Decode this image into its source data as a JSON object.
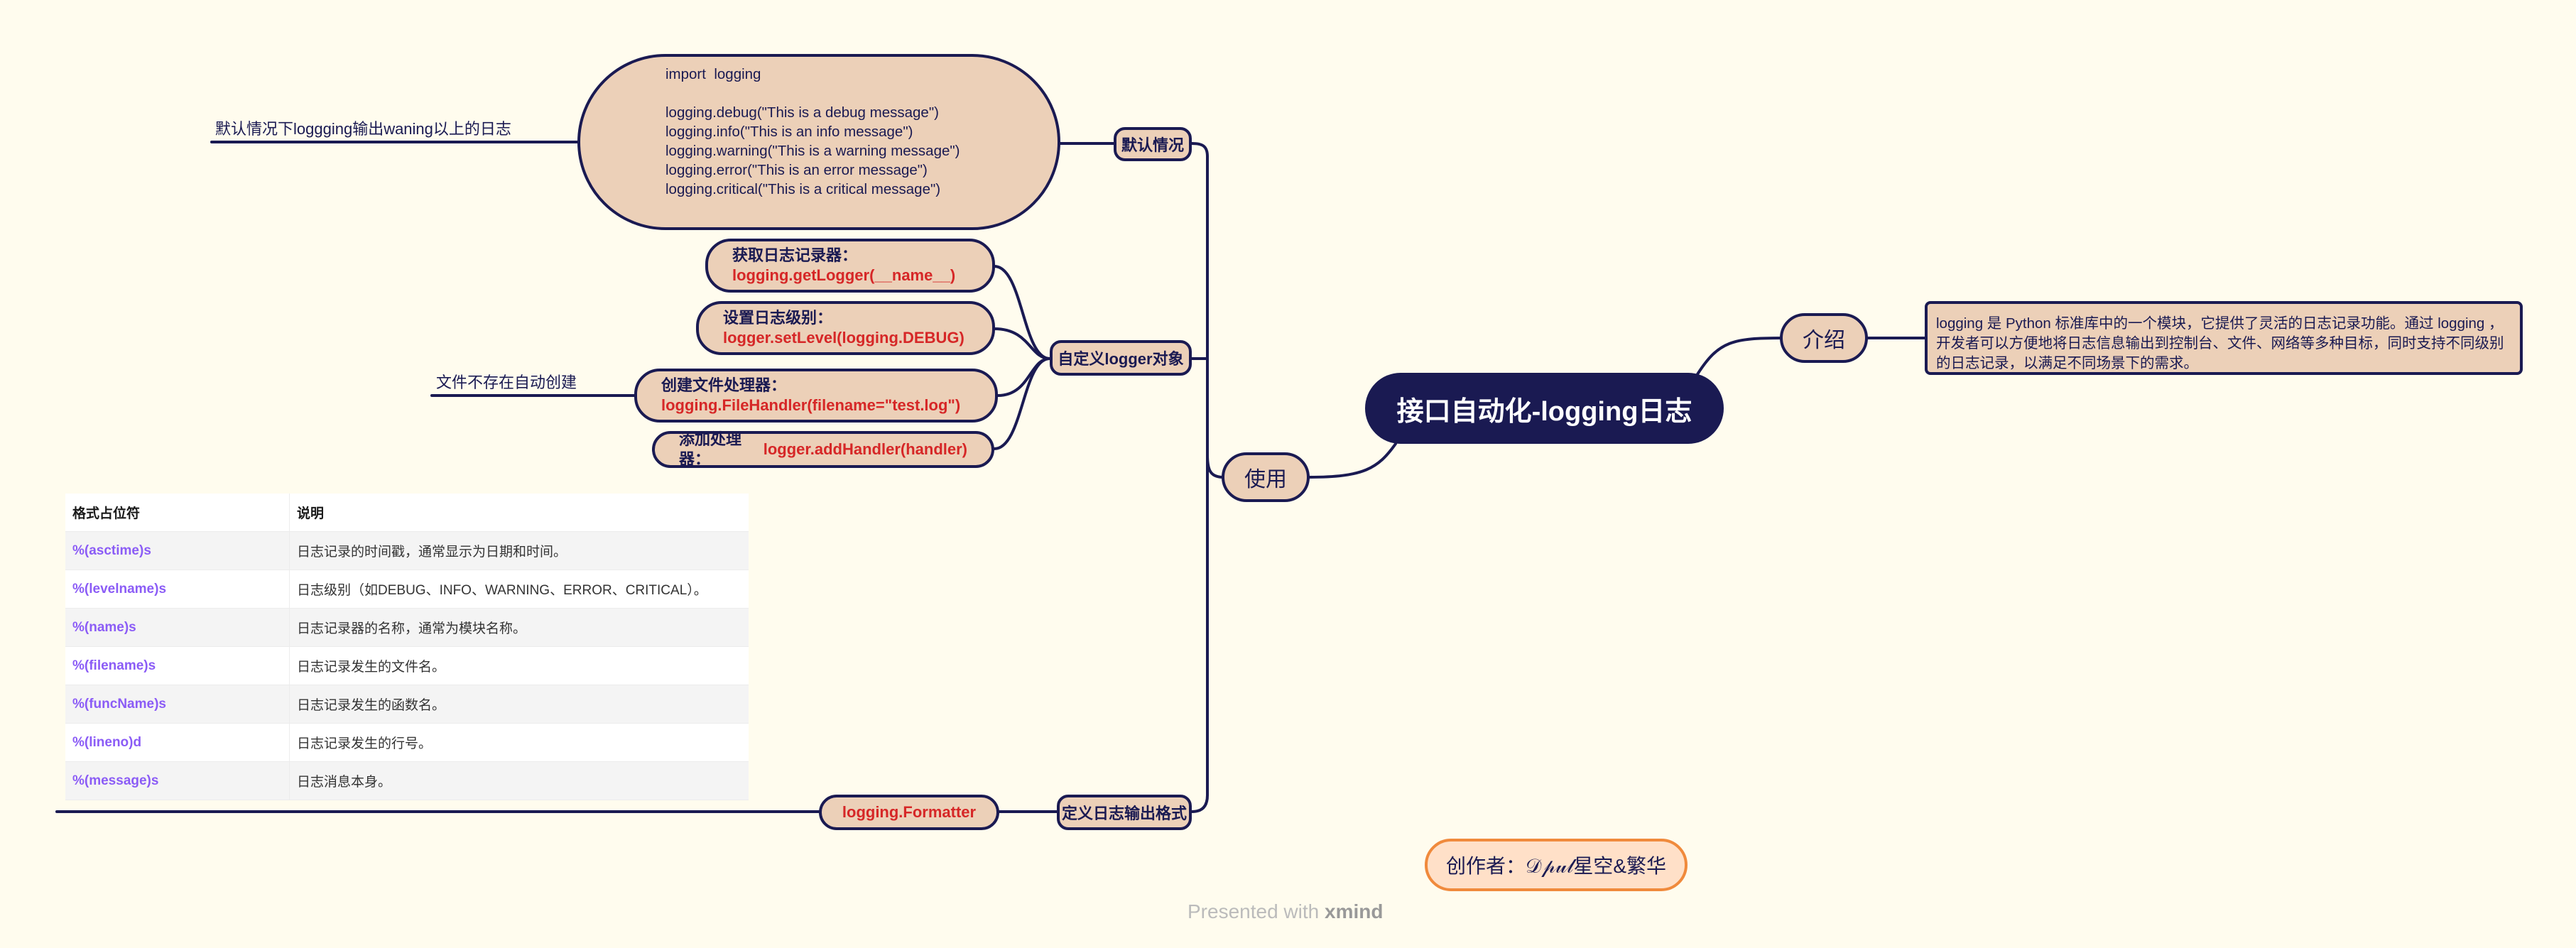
{
  "root": {
    "title": "接口自动化-logging日志"
  },
  "branches": {
    "intro": {
      "label": "介绍",
      "text": "logging 是 Python 标准库中的一个模块，它提供了灵活的日志记录功能。通过 logging ，开发者可以方便地将日志信息输出到控制台、文件、网络等多种目标，同时支持不同级别的日志记录，以满足不同场景下的需求。"
    },
    "usage": {
      "label": "使用"
    }
  },
  "default_case": {
    "label": "默认情况",
    "code_lines": [
      "import  logging",
      "",
      "logging.debug(\"This is a debug message\")",
      "logging.info(\"This is an info message\")",
      "logging.warning(\"This is a warning message\")",
      "logging.error(\"This is an error message\")",
      "logging.critical(\"This is a critical message\")"
    ],
    "note": "默认情况下loggging输出waning以上的日志"
  },
  "custom_logger": {
    "label": "自定义logger对象",
    "items": [
      {
        "title": "获取日志记录器：",
        "code": "logging.getLogger(__name__)"
      },
      {
        "title": "设置日志级别：",
        "code": "logger.setLevel(logging.DEBUG)"
      },
      {
        "title": "创建文件处理器：",
        "code": "logging.FileHandler(filename=\"test.log\")",
        "note": "文件不存在自动创建"
      },
      {
        "title": "添加处理器：",
        "code": "logger.addHandler(handler)"
      }
    ]
  },
  "format": {
    "label": "定义日志输出格式",
    "formatter": "logging.Formatter",
    "table": {
      "headers": [
        "格式占位符",
        "说明"
      ],
      "rows": [
        [
          "%(asctime)s",
          "日志记录的时间戳，通常显示为日期和时间。"
        ],
        [
          "%(levelname)s",
          "日志级别（如DEBUG、INFO、WARNING、ERROR、CRITICAL）。"
        ],
        [
          "%(name)s",
          "日志记录器的名称，通常为模块名称。"
        ],
        [
          "%(filename)s",
          "日志记录发生的文件名。"
        ],
        [
          "%(funcName)s",
          "日志记录发生的函数名。"
        ],
        [
          "%(lineno)d",
          "日志记录发生的行号。"
        ],
        [
          "%(message)s",
          "日志消息本身。"
        ]
      ]
    }
  },
  "author": "创作者：𝒟𝓅𝓊𝓁星空&繁华",
  "footer": {
    "prefix": "Presented with ",
    "brand": "xmind"
  },
  "colors": {
    "background": "#fffcee",
    "node_fill": "#ecd0b8",
    "line": "#1a1a52",
    "root": "#1a1a52",
    "code_red": "#d62727",
    "placeholder": "#8b5cf6",
    "author_border": "#f08a3c"
  }
}
